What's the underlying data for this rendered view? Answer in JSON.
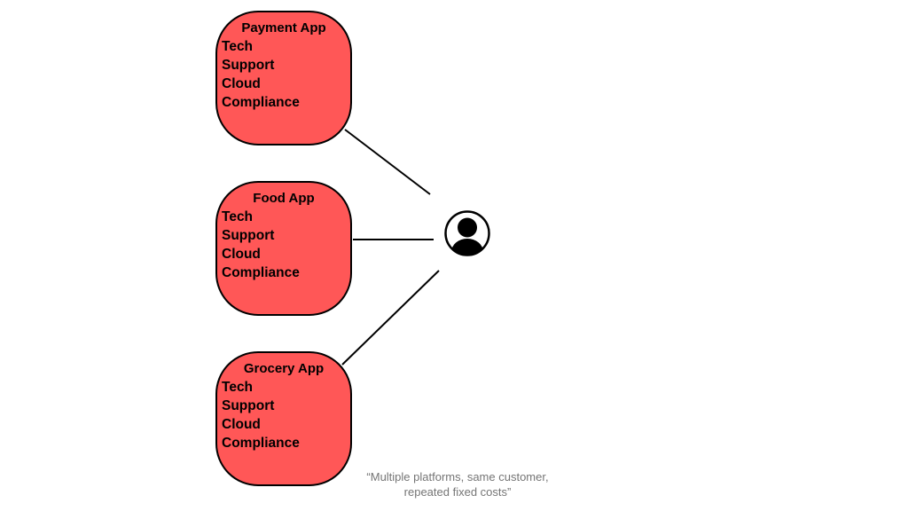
{
  "diagram": {
    "boxes": [
      {
        "title": "Payment App",
        "items": [
          "Tech",
          "Support",
          "Cloud",
          "Compliance"
        ]
      },
      {
        "title": "Food App",
        "items": [
          "Tech",
          "Support",
          "Cloud",
          "Compliance"
        ]
      },
      {
        "title": "Grocery App",
        "items": [
          "Tech",
          "Support",
          "Cloud",
          "Compliance"
        ]
      }
    ],
    "center_icon": "person-icon",
    "caption": {
      "line1": "“Multiple platforms, same customer,",
      "line2": "repeated fixed costs”"
    },
    "colors": {
      "box_fill": "#FF5757",
      "box_border": "#000000",
      "line": "#000000",
      "caption": "#757575"
    }
  }
}
